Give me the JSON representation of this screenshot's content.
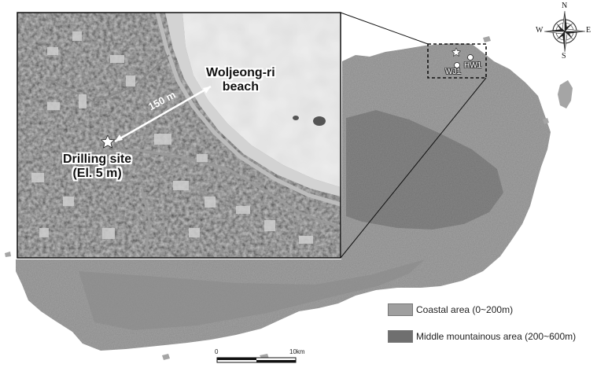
{
  "callouts": {
    "drilling_site": "Drilling site",
    "elevation": "(El. 5 m)",
    "beach_name": "Woljeong-ri",
    "beach_word": "beach",
    "distance": "150 m"
  },
  "wells": {
    "wj1": "WJ1",
    "hw1": "HW1"
  },
  "compass": {
    "north": "N",
    "south": "S",
    "east": "E",
    "west": "W"
  },
  "legend": {
    "items": [
      {
        "label": "Coastal area (0~200m)",
        "color": "#9f9f9f"
      },
      {
        "label": "Middle mountainous area (200~600m)",
        "color": "#6f6f6f"
      }
    ]
  },
  "scale_bar": {
    "start": "0",
    "end": "10km"
  },
  "colors": {
    "coastal": "#a3a3a3",
    "mountain": "#7a7a7a",
    "sea": "#ffffff",
    "aerial_dark": "#2e2e2e",
    "sand": "#d9d9d9"
  },
  "icons": [
    "compass-rose-icon",
    "star-marker-icon",
    "well-marker-icon",
    "double-arrow-icon"
  ]
}
